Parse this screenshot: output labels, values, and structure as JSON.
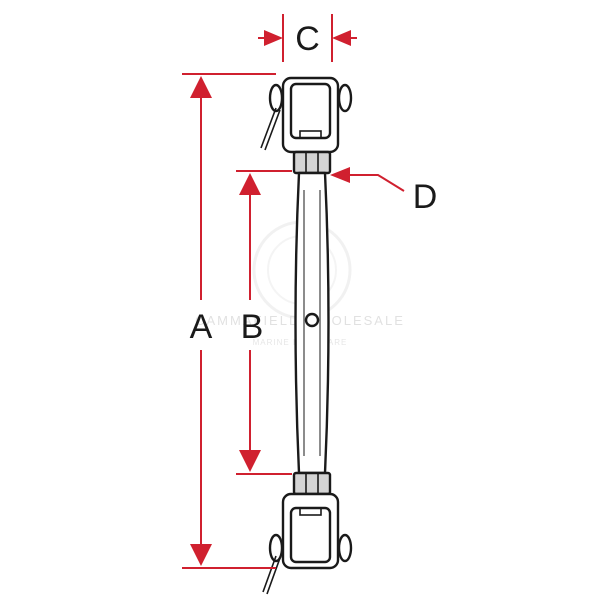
{
  "diagram": {
    "labels": {
      "a": "A",
      "b": "B",
      "c": "C",
      "d": "D"
    },
    "watermark": {
      "line1": "CAMMAFIELD WHOLESALE",
      "line2": "MARINE HARDWARE"
    },
    "colors": {
      "dimension": "#d0202f",
      "outline": "#1a1a1a",
      "nut": "#d4d4d4",
      "watermark": "#c9c9c9"
    }
  }
}
